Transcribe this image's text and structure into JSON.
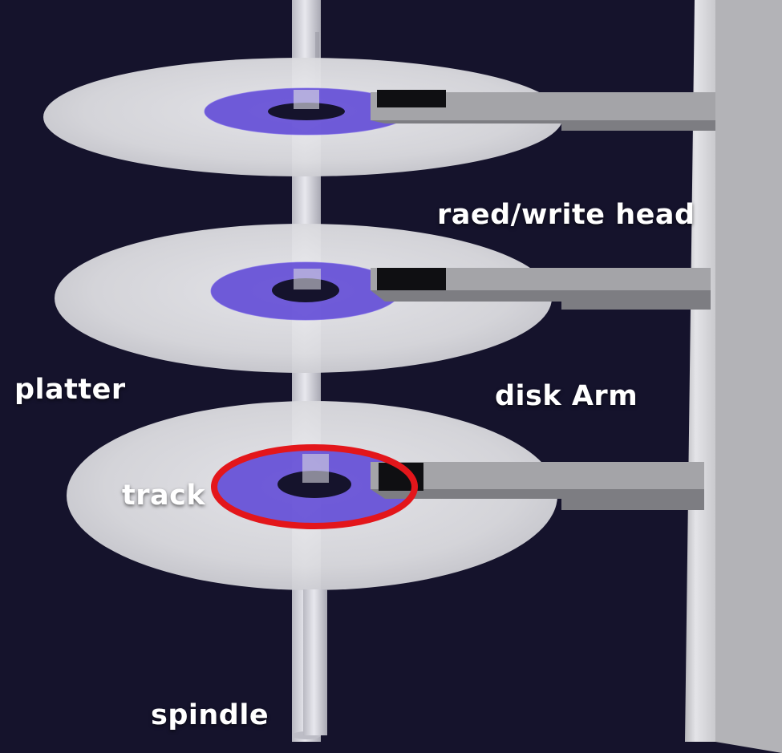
{
  "labels": {
    "head": "raed/write head",
    "platter": "platter",
    "arm": "disk Arm",
    "track": "track",
    "spindle": "spindle"
  },
  "colors": {
    "background": "#15132c",
    "platter": "#dcdce0",
    "track_band": "#5b43d6",
    "highlight_ring": "#e3161b",
    "arm": "#a3a3a6",
    "head": "#0f0f12",
    "spindle": "#cfcfd6",
    "label_text": "#ffffff"
  },
  "platters": [
    {
      "name": "top-platter"
    },
    {
      "name": "middle-platter"
    },
    {
      "name": "bottom-platter",
      "track_highlighted": true
    }
  ]
}
